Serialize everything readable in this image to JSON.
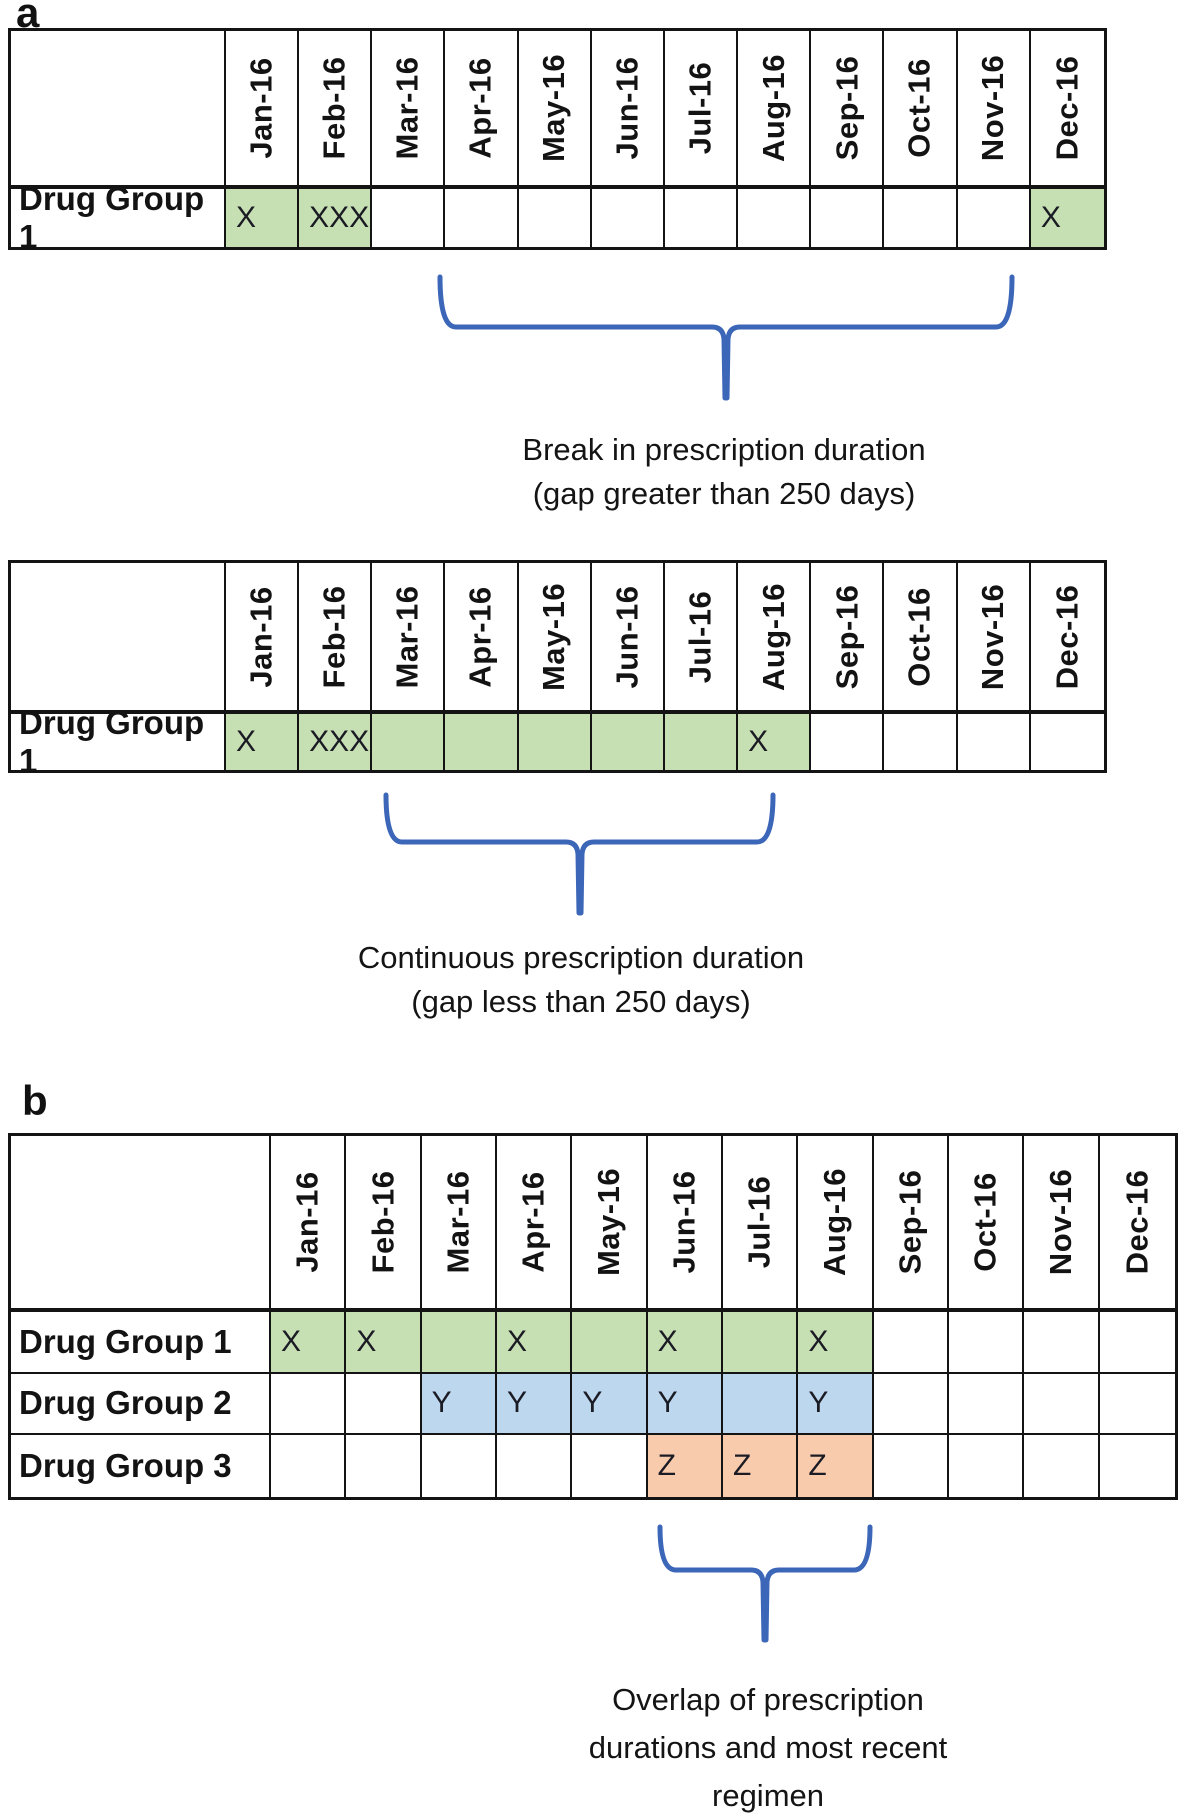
{
  "panel_a_label": "a",
  "panel_b_label": "b",
  "months": [
    "Jan-16",
    "Feb-16",
    "Mar-16",
    "Apr-16",
    "May-16",
    "Jun-16",
    "Jul-16",
    "Aug-16",
    "Sep-16",
    "Oct-16",
    "Nov-16",
    "Dec-16"
  ],
  "colors": {
    "green": "#c6e0b4",
    "blue": "#bdd7ee",
    "orange": "#f8cbad",
    "brace": "#3c66b8"
  },
  "table_a1": {
    "rows": [
      {
        "label": "Drug Group 1",
        "cells": [
          {
            "t": "X",
            "f": "green"
          },
          {
            "t": "XXX",
            "f": "green"
          },
          null,
          null,
          null,
          null,
          null,
          null,
          null,
          null,
          null,
          {
            "t": "X",
            "f": "green"
          }
        ]
      }
    ]
  },
  "table_a2": {
    "rows": [
      {
        "label": "Drug Group 1",
        "cells": [
          {
            "t": "X",
            "f": "green"
          },
          {
            "t": "XXX",
            "f": "green"
          },
          {
            "f": "green"
          },
          {
            "f": "green"
          },
          {
            "f": "green"
          },
          {
            "f": "green"
          },
          {
            "f": "green"
          },
          {
            "t": "X",
            "f": "green"
          },
          null,
          null,
          null,
          null
        ]
      }
    ]
  },
  "table_b": {
    "rows": [
      {
        "label": "Drug Group 1",
        "cells": [
          {
            "t": "X",
            "f": "green"
          },
          {
            "t": "X",
            "f": "green"
          },
          {
            "f": "green"
          },
          {
            "t": "X",
            "f": "green"
          },
          {
            "f": "green"
          },
          {
            "t": "X",
            "f": "green"
          },
          {
            "f": "green"
          },
          {
            "t": "X",
            "f": "green"
          },
          null,
          null,
          null,
          null
        ]
      },
      {
        "label": "Drug Group 2",
        "cells": [
          null,
          null,
          {
            "t": "Y",
            "f": "blue"
          },
          {
            "t": "Y",
            "f": "blue"
          },
          {
            "t": "Y",
            "f": "blue"
          },
          {
            "t": "Y",
            "f": "blue"
          },
          {
            "f": "blue"
          },
          {
            "t": "Y",
            "f": "blue"
          },
          null,
          null,
          null,
          null
        ]
      },
      {
        "label": "Drug Group 3",
        "cells": [
          null,
          null,
          null,
          null,
          null,
          {
            "t": "Z",
            "f": "orange"
          },
          {
            "t": "Z",
            "f": "orange"
          },
          {
            "t": "Z",
            "f": "orange"
          },
          null,
          null,
          null,
          null
        ]
      }
    ]
  },
  "caption_a1": {
    "line1": "Break in prescription duration",
    "line2": "(gap greater than 250 days)"
  },
  "caption_a2": {
    "line1": "Continuous prescription duration",
    "line2": "(gap less than 250 days)"
  },
  "caption_b": {
    "line1": "Overlap of prescription",
    "line2": "durations and most recent",
    "line3": "regimen"
  }
}
